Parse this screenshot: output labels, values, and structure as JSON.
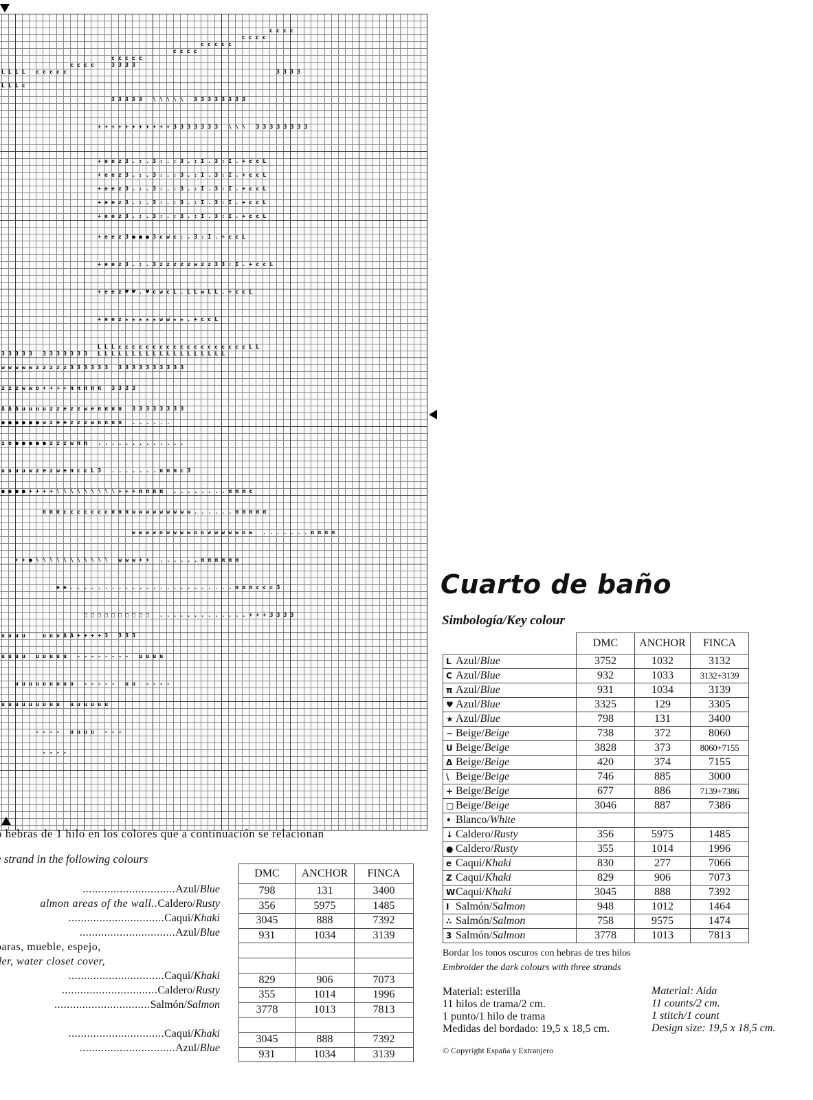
{
  "chart": {
    "rows": [
      {
        "t": "cccc",
        "c": 39,
        "r": 2
      },
      {
        "t": "cccc",
        "c": 35,
        "r": 3
      },
      {
        "t": "ccccc",
        "c": 29,
        "r": 4
      },
      {
        "t": "cccc",
        "c": 25,
        "r": 5
      },
      {
        "t": "ccccc",
        "c": 16,
        "r": 6
      },
      {
        "t": "cccc  3333",
        "c": 10,
        "r": 7
      },
      {
        "t": "LLLL ccccc",
        "c": 0,
        "r": 8
      },
      {
        "t": "3333",
        "c": 40,
        "r": 8
      },
      {
        "t": "LLLc",
        "c": 0,
        "r": 10
      },
      {
        "t": "33333 \\\\\\\\\\ 33333333",
        "c": 16,
        "r": 12
      },
      {
        "t": "+++++++++++3333333 \\\\\\ 33333333",
        "c": 14,
        "r": 16
      },
      {
        "t": "+eez3.:.3:.:3.:I.3:I.+ccL",
        "c": 14,
        "r": 21
      },
      {
        "t": "+eez3.:.3:.:3.:I.3:I.+ccL",
        "c": 14,
        "r": 23
      },
      {
        "t": "+eez3.:.3:.:3.:I.3:I.+ccL",
        "c": 14,
        "r": 25
      },
      {
        "t": "+eez3.:.3:.:3.:I.3:I.+ccL",
        "c": 14,
        "r": 27
      },
      {
        "t": "+eez3.:.3:.:3.:I.3:I.+ccL",
        "c": 14,
        "r": 29
      },
      {
        "t": "+eez3●●●3cwc:.3:I.+ccL",
        "c": 14,
        "r": 32
      },
      {
        "t": "+eez3.:.3zzzzzwzz33:I.+ccL",
        "c": 14,
        "r": 36
      },
      {
        "t": "+eez♥♥.♥cwcL.LLwLL.+ccL",
        "c": 14,
        "r": 40
      },
      {
        "t": "+eez★★★★★ww★★.+ccL",
        "c": 14,
        "r": 44
      },
      {
        "t": "LLLcccccccccccccccccccLL",
        "c": 14,
        "r": 48
      },
      {
        "t": "33333 3333333 LLLLLLLLLLLLLLLLLLL",
        "c": 0,
        "r": 49
      },
      {
        "t": "wwwwwzzzzz333333 3333333333",
        "c": 0,
        "r": 51
      },
      {
        "t": "zzzwwo++++πππππ 3333",
        "c": 0,
        "r": 54
      },
      {
        "t": "ΔΔΔuuuuzzezzweππππ 33333333",
        "c": 0,
        "r": 57
      },
      {
        "t": "●●●●●●wzeezzzwππππ ......",
        "c": 0,
        "r": 59
      },
      {
        "t": "ze●●●●●zzzwππ .............",
        "c": 0,
        "r": 62
      },
      {
        "t": "uuuuwzezweπccL3 .......πππc3",
        "c": 0,
        "r": 66
      },
      {
        "t": "●●●●++++\\\\\\\\\\\\\\\\\\+++ππππ ........πππc",
        "c": 0,
        "r": 69
      },
      {
        "t": "πππcccccccπππwwwwwwwww......πππππ",
        "c": 6,
        "r": 72
      },
      {
        "t": "wwwwowwwwoowwwwwow .......ππππ",
        "c": 19,
        "r": 75
      },
      {
        "t": "++●\\\\\\\\\\\\\\\\\\\\\\ www++ ......ππππππ",
        "c": 2,
        "r": 79
      },
      {
        "t": "ee........................πππccc3",
        "c": 8,
        "r": 83
      },
      {
        "t": "□□□□□□□□□□ .............+++3333",
        "c": 12,
        "r": 87
      },
      {
        "t": "uuuu  uuuΔΔ++++3 333",
        "c": 0,
        "r": 90
      },
      {
        "t": "uuuu uuuuu -------- uuuu",
        "c": 0,
        "r": 93
      },
      {
        "t": "uuuuuuuuu ----- uu ----",
        "c": 2,
        "r": 97
      },
      {
        "t": "uuuuuuuuu uuuuuu",
        "c": 0,
        "r": 100
      },
      {
        "t": "---- uuuu ---",
        "c": 5,
        "r": 104
      },
      {
        "t": "----",
        "c": 6,
        "r": 107
      }
    ]
  },
  "instructions": {
    "es": "o hebras de 1 hilo en los colores que a continuación se relacionan",
    "en": "e strand in the following colours"
  },
  "backstitch": [
    {
      "text": "..............................",
      "color_es": "Azul",
      "color_en": "Blue",
      "dmc": "798",
      "anchor": "131",
      "finca": "3400"
    },
    {
      "text": "almon areas of the wall..",
      "text_italic": true,
      "color_es": "Caldero",
      "color_en": "Rusty",
      "dmc": "356",
      "anchor": "5975",
      "finca": "1485"
    },
    {
      "text": "...............................",
      "color_es": "Caqui",
      "color_en": "Khaki",
      "dmc": "3045",
      "anchor": "888",
      "finca": "7392"
    },
    {
      "text": "...............................",
      "color_es": "Azul",
      "color_en": "Blue",
      "dmc": "931",
      "anchor": "1034",
      "finca": "3139"
    },
    {
      "text": "paras, mueble, espejo,",
      "color_es": "",
      "color_en": "",
      "dmc": "",
      "anchor": "",
      "finca": ""
    },
    {
      "text": "der, water closet cover,",
      "text_italic": true,
      "color_es": "",
      "color_en": "",
      "dmc": "",
      "anchor": "",
      "finca": ""
    },
    {
      "text": "...............................",
      "color_es": "Caqui",
      "color_en": "Khaki",
      "dmc": "829",
      "anchor": "906",
      "finca": "7073"
    },
    {
      "text": "...............................",
      "color_es": "Caldero",
      "color_en": "Rusty",
      "dmc": "355",
      "anchor": "1014",
      "finca": "1996"
    },
    {
      "text": "...............................",
      "color_es": "Salmón",
      "color_en": "Salmon",
      "dmc": "3778",
      "anchor": "1013",
      "finca": "7813"
    },
    {
      "text": "",
      "color_es": "",
      "color_en": "",
      "dmc": "",
      "anchor": "",
      "finca": ""
    },
    {
      "text": "...............................",
      "color_es": "Caqui",
      "color_en": "Khaki",
      "dmc": "3045",
      "anchor": "888",
      "finca": "7392"
    },
    {
      "text": "...............................",
      "color_es": "Azul",
      "color_en": "Blue",
      "dmc": "931",
      "anchor": "1034",
      "finca": "3139"
    }
  ],
  "table_headers": {
    "dmc": "DMC",
    "anchor": "ANCHOR",
    "finca": "FINCA"
  },
  "legend": {
    "title": "Cuarto de baño",
    "subtitle": "Simbología/Key colour",
    "rows": [
      {
        "symbol": "L",
        "es": "Azul",
        "en": "Blue",
        "dmc": "3752",
        "anchor": "1032",
        "finca": "3132"
      },
      {
        "symbol": "C",
        "es": "Azul",
        "en": "Blue",
        "dmc": "932",
        "anchor": "1033",
        "finca": "3132+3139",
        "small": true
      },
      {
        "symbol": "π",
        "es": "Azul",
        "en": "Blue",
        "dmc": "931",
        "anchor": "1034",
        "finca": "3139"
      },
      {
        "symbol": "♥",
        "es": "Azul",
        "en": "Blue",
        "dmc": "3325",
        "anchor": "129",
        "finca": "3305"
      },
      {
        "symbol": "★",
        "es": "Azul",
        "en": "Blue",
        "dmc": "798",
        "anchor": "131",
        "finca": "3400"
      },
      {
        "symbol": "−",
        "es": "Beige",
        "en": "Beige",
        "dmc": "738",
        "anchor": "372",
        "finca": "8060"
      },
      {
        "symbol": "U",
        "es": "Beige",
        "en": "Beige",
        "dmc": "3828",
        "anchor": "373",
        "finca": "8060+7155",
        "small": true
      },
      {
        "symbol": "Δ",
        "es": "Beige",
        "en": "Beige",
        "dmc": "420",
        "anchor": "374",
        "finca": "7155"
      },
      {
        "symbol": "\\",
        "es": "Beige",
        "en": "Beige",
        "dmc": "746",
        "anchor": "885",
        "finca": "3000"
      },
      {
        "symbol": "+",
        "es": "Beige",
        "en": "Beige",
        "dmc": "677",
        "anchor": "886",
        "finca": "7139+7386",
        "small": true
      },
      {
        "symbol": "□",
        "es": "Beige",
        "en": "Beige",
        "dmc": "3046",
        "anchor": "887",
        "finca": "7386"
      },
      {
        "symbol": "•",
        "es": "Blanco",
        "en": "White",
        "dmc": "",
        "anchor": "",
        "finca": ""
      },
      {
        "symbol": "↓",
        "es": "Caldero",
        "en": "Rusty",
        "dmc": "356",
        "anchor": "5975",
        "finca": "1485"
      },
      {
        "symbol": "●",
        "es": "Caldero",
        "en": "Rusty",
        "dmc": "355",
        "anchor": "1014",
        "finca": "1996"
      },
      {
        "symbol": "e",
        "es": "Caqui",
        "en": "Khaki",
        "dmc": "830",
        "anchor": "277",
        "finca": "7066"
      },
      {
        "symbol": "Z",
        "es": "Caqui",
        "en": "Khaki",
        "dmc": "829",
        "anchor": "906",
        "finca": "7073"
      },
      {
        "symbol": "W",
        "es": "Caqui",
        "en": "Khaki",
        "dmc": "3045",
        "anchor": "888",
        "finca": "7392"
      },
      {
        "symbol": "I",
        "es": "Salmón",
        "en": "Salmon",
        "dmc": "948",
        "anchor": "1012",
        "finca": "1464"
      },
      {
        "symbol": "∴",
        "es": "Salmón",
        "en": "Salmon",
        "dmc": "758",
        "anchor": "9575",
        "finca": "1474"
      },
      {
        "symbol": "3",
        "es": "Salmón",
        "en": "Salmon",
        "dmc": "3778",
        "anchor": "1013",
        "finca": "7813"
      }
    ]
  },
  "notes": {
    "es": "Bordar los tonos oscuros con hebras de tres hilos",
    "en": "Embroider the dark colours with three strands"
  },
  "material_es": [
    "Material: esterilla",
    "11 hilos de trama/2 cm.",
    "1 punto/1 hilo de trama",
    "Medidas del bordado: 19,5 x 18,5 cm."
  ],
  "material_en": [
    "Material: Aida",
    "11 counts/2 cm.",
    "1 stitch/1 count",
    "Design size: 19,5 x 18,5 cm."
  ],
  "copyright": "© Copyright España y Extranjero"
}
